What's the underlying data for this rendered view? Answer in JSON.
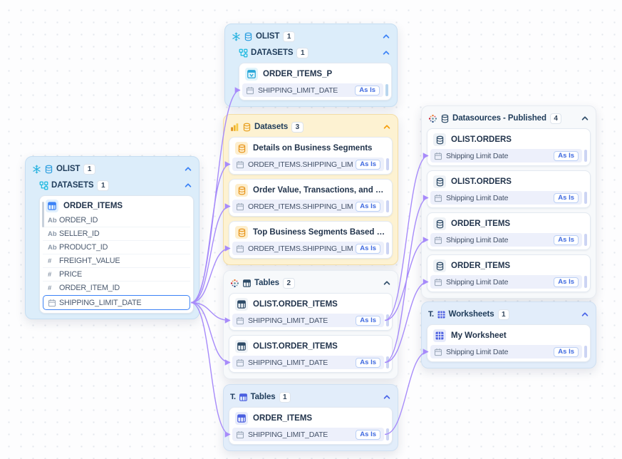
{
  "palette": {
    "edge": "#a78bfa",
    "snowflake_blue": "#2bb3e0",
    "olist_db_blue": "#2e9fe0",
    "datasets_cyan": "#19b8df",
    "amber": "#e8a020",
    "amber_bar1": "#f0b429",
    "amber_bar2": "#de911d",
    "amber_bar3": "#f7c948",
    "navy": "#2d4a66",
    "card_blue": "#3b82f6",
    "card_cyan": "#27a7d8",
    "card_amber": "#e8951c",
    "card_indigo": "#4a5fe0",
    "calendar_gray": "#9aa7b8",
    "chev_blue": "#3b82f6",
    "chev_orange": "#f59e0b",
    "chev_navy": "#33506c",
    "chev_indigo": "#4a66e8"
  },
  "badges": {
    "as_is": "As Is"
  },
  "panels": {
    "olist_left": {
      "style": "blue",
      "bar": "bar-blue",
      "header": {
        "icons": [
          "snowflake",
          "cylinder-blue"
        ],
        "label": "OLIST",
        "count": "1",
        "chevron": "chev_blue"
      },
      "subheader": {
        "icons": [
          "hierarchy"
        ],
        "label": "DATASETS",
        "count": "1",
        "chevron": "chev_blue"
      },
      "fields_card": {
        "title": "ORDER_ITEMS",
        "icon": "table-blue",
        "icon_bg": "blue",
        "fields": [
          {
            "icon": "Ab",
            "name": "ORDER_ID"
          },
          {
            "icon": "Ab",
            "name": "SELLER_ID"
          },
          {
            "icon": "Ab",
            "name": "PRODUCT_ID"
          },
          {
            "icon": "#",
            "name": "FREIGHT_VALUE"
          },
          {
            "icon": "#",
            "name": "PRICE"
          },
          {
            "icon": "#",
            "name": "ORDER_ITEM_ID"
          },
          {
            "icon": "calendar",
            "name": "SHIPPING_LIMIT_DATE",
            "selected": true,
            "node": "src-field"
          }
        ]
      }
    },
    "olist_top": {
      "style": "blue",
      "bar": "bar-blue",
      "header": {
        "icons": [
          "snowflake",
          "cylinder-blue"
        ],
        "label": "OLIST",
        "count": "1",
        "chevron": "chev_blue"
      },
      "subheader": {
        "icons": [
          "hierarchy"
        ],
        "label": "DATASETS",
        "count": "1",
        "chevron": "chev_blue"
      },
      "cards": [
        {
          "title": "ORDER_ITEMS_P",
          "icon": "view-cyan",
          "icon_bg": "cyan",
          "rows": [
            {
              "label": "SHIPPING_LIMIT_DATE",
              "badge": "As Is",
              "node": "top-row"
            }
          ]
        }
      ]
    },
    "datasets": {
      "style": "orange",
      "bar": "bar-lav",
      "header": {
        "icons": [
          "chart",
          "cylinder-amber"
        ],
        "label": "Datasets",
        "count": "3",
        "chevron": "chev_orange"
      },
      "cards": [
        {
          "title": "Details on Business Segments",
          "icon": "cylinder-card-amber",
          "icon_bg": "amber",
          "rows": [
            {
              "label": "ORDER_ITEMS.SHIPPING_LIMI...",
              "badge": "As Is",
              "node": "ds1"
            }
          ]
        },
        {
          "title": "Order Value, Transactions, and Se...",
          "icon": "cylinder-card-amber",
          "icon_bg": "amber",
          "rows": [
            {
              "label": "ORDER_ITEMS.SHIPPING_LIMI...",
              "badge": "As Is",
              "node": "ds2"
            }
          ]
        },
        {
          "title": "Top Business Segments Based on...",
          "icon": "cylinder-card-amber",
          "icon_bg": "amber",
          "rows": [
            {
              "label": "ORDER_ITEMS.SHIPPING_LIMI...",
              "badge": "As Is",
              "node": "ds3"
            }
          ]
        }
      ]
    },
    "tables_mid": {
      "style": "gray",
      "bar": "bar-lav",
      "header": {
        "icons": [
          "tableau-dots",
          "table-navy-sm"
        ],
        "label": "Tables",
        "count": "2",
        "chevron": "chev_navy"
      },
      "cards": [
        {
          "title": "OLIST.ORDER_ITEMS",
          "icon": "table-navy",
          "icon_bg": "navy",
          "rows": [
            {
              "label": "SHIPPING_LIMIT_DATE",
              "badge": "As Is",
              "node": "t2r1"
            }
          ]
        },
        {
          "title": "OLIST.ORDER_ITEMS",
          "icon": "table-navy",
          "icon_bg": "navy",
          "rows": [
            {
              "label": "SHIPPING_LIMIT_DATE",
              "badge": "As Is",
              "node": "t2r2"
            }
          ]
        }
      ]
    },
    "tables_bottom": {
      "style": "lblue",
      "bar": "bar-lav",
      "header": {
        "icons": [
          "tlogo",
          "table-indigo-sm"
        ],
        "label": "Tables",
        "count": "1",
        "chevron": "chev_indigo"
      },
      "cards": [
        {
          "title": "ORDER_ITEMS",
          "icon": "table-indigo",
          "icon_bg": "indigo",
          "rows": [
            {
              "label": "SHIPPING_LIMIT_DATE",
              "badge": "As Is",
              "node": "t1r1"
            }
          ]
        }
      ]
    },
    "datasources": {
      "style": "gray",
      "bar": "bar-lav",
      "header": {
        "icons": [
          "tableau-dots",
          "cylinder-navy"
        ],
        "label": "Datasources - Published",
        "count": "4",
        "chevron": "chev_navy"
      },
      "cards": [
        {
          "title": "OLIST.ORDERS",
          "icon": "cylinder-card-navy",
          "icon_bg": "navy",
          "rows": [
            {
              "label": "Shipping Limit Date",
              "badge": "As Is",
              "node": "dsr1"
            }
          ]
        },
        {
          "title": "OLIST.ORDERS",
          "icon": "cylinder-card-navy",
          "icon_bg": "navy",
          "rows": [
            {
              "label": "Shipping Limit Date",
              "badge": "As Is",
              "node": "dsr2"
            }
          ]
        },
        {
          "title": "ORDER_ITEMS",
          "icon": "cylinder-card-navy",
          "icon_bg": "navy",
          "rows": [
            {
              "label": "Shipping Limit Date",
              "badge": "As Is",
              "node": "dsr3"
            }
          ]
        },
        {
          "title": "ORDER_ITEMS",
          "icon": "cylinder-card-navy",
          "icon_bg": "navy",
          "rows": [
            {
              "label": "Shipping Limit Date",
              "badge": "As Is",
              "node": "dsr4"
            }
          ]
        }
      ]
    },
    "worksheets": {
      "style": "lblue",
      "bar": "bar-lav",
      "header": {
        "icons": [
          "tlogo",
          "grid-indigo-sm"
        ],
        "label": "Worksheets",
        "count": "1",
        "chevron": "chev_indigo"
      },
      "cards": [
        {
          "title": "My Worksheet",
          "icon": "grid-indigo",
          "icon_bg": "indigo",
          "rows": [
            {
              "label": "Shipping Limit Date",
              "badge": "As Is",
              "node": "wsr1"
            }
          ]
        }
      ]
    }
  },
  "edges": [
    {
      "from": "src-field",
      "to": "top-row"
    },
    {
      "from": "src-field",
      "to": "ds1"
    },
    {
      "from": "src-field",
      "to": "ds2"
    },
    {
      "from": "src-field",
      "to": "ds3"
    },
    {
      "from": "src-field",
      "to": "t2r1"
    },
    {
      "from": "src-field",
      "to": "t2r2"
    },
    {
      "from": "src-field",
      "to": "t1r1"
    },
    {
      "from": "t2r1",
      "to": "dsr1"
    },
    {
      "from": "t2r1",
      "to": "dsr3"
    },
    {
      "from": "t2r2",
      "to": "dsr2"
    },
    {
      "from": "t2r2",
      "to": "dsr4"
    },
    {
      "from": "t1r1",
      "to": "wsr1"
    }
  ]
}
